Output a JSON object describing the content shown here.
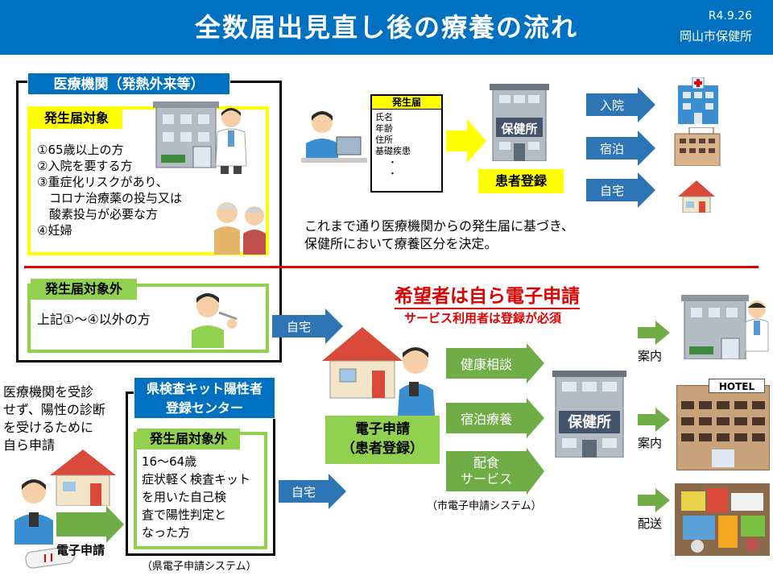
{
  "header": {
    "title": "全数届出見直し後の療養の流れ",
    "date": "R4.9.26",
    "org": "岡山市保健所"
  },
  "medical": {
    "label": "医療機関（発熱外来等）",
    "target_label": "発生届対象",
    "criteria": [
      "①65歳以上の方",
      "②入院を要する方",
      "③重症化リスクがあり、",
      "　コロナ治療薬の投与又は",
      "　酸素投与が必要な方",
      "④妊婦"
    ]
  },
  "form": {
    "title": "発生届",
    "fields": [
      "氏名",
      "年齢",
      "住所",
      "基礎疾患",
      "・",
      "・"
    ]
  },
  "hc_top": {
    "sign": "保健所",
    "register_label": "患者登録",
    "outcomes": [
      "入院",
      "宿泊",
      "自宅"
    ],
    "note_lines": [
      "これまで通り医療機関からの発生届に基づき、",
      "保健所において療養区分を決定。"
    ]
  },
  "non_target": {
    "label": "発生届対象外",
    "text": "上記①～④以外の方",
    "home_arrow": "自宅"
  },
  "apply": {
    "headline": "希望者は自ら電子申請",
    "subline": "サービス利用者は登録が必須",
    "label_lines": [
      "電子申請",
      "（患者登録）"
    ],
    "system": "（市電子申請システム）",
    "services": [
      "健康相談",
      "宿泊療養",
      "配食",
      "サービス"
    ],
    "hc_sign": "保健所",
    "destinations": [
      "案内",
      "案内",
      "配送"
    ],
    "hotel_sign": "HOTEL"
  },
  "self_apply": {
    "lines": [
      "医療機関を受診",
      "せず、陽性の診断",
      "を受けるために",
      "自ら申請"
    ],
    "label": "電子申請"
  },
  "kit_center": {
    "label_lines": [
      "県検査キット陽性者",
      "登録センター"
    ],
    "target_label": "発生届対象外",
    "text_lines": [
      "16～64歳",
      "症状軽く検査キット",
      "を用いた自己検",
      "査で陽性判定と",
      "なった方"
    ],
    "home_arrow": "自宅",
    "system": "（県電子申請システム）"
  },
  "colors": {
    "header_blue": "#0070c0",
    "yellow": "#ffff00",
    "green": "#92d050",
    "arrow_green": "#70ad47",
    "arrow_blue": "#2e75b6",
    "red": "#e00000"
  }
}
